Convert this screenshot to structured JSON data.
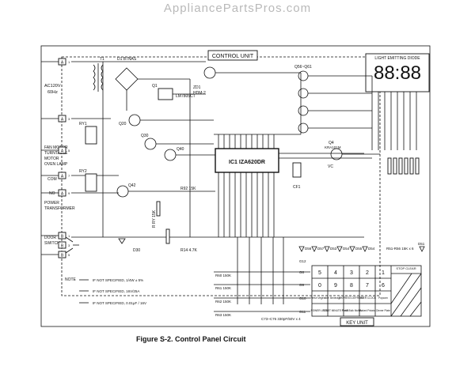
{
  "watermark": "AppliancePartsPros.com",
  "caption": "Figure S-2. Control Panel Circuit",
  "unit_labels": {
    "control_unit": "CONTROL UNIT",
    "led": "LIGHT EMITTING DIODE",
    "display": "88:88",
    "key_unit": "KEY UNIT"
  },
  "power": {
    "ac": "AC120V",
    "hz": "60Hz"
  },
  "connector_labels": [
    "A",
    "A",
    "A",
    "A",
    "A",
    "B",
    "B",
    "B"
  ],
  "connector_pins": [
    "1",
    "3",
    "5",
    "7",
    "9",
    "1",
    "3",
    "5"
  ],
  "left_labels": {
    "fan": "FAN MOTOR",
    "turntable": "TURNTABLE",
    "motor": "MOTOR",
    "oven_lamp": "OVEN LAMP",
    "com": "COM",
    "no": "NO",
    "power_transformer_1": "POWER",
    "power_transformer_2": "TRANSFORMER",
    "door_1": "DOOR",
    "door_2": "SWITCH"
  },
  "component_labels": {
    "t1": "T1",
    "d1": "D1 B7NAS",
    "q1": "Q1",
    "ic2": "LM7805CT",
    "zd1": "ZD1",
    "hzk": "HDM-2",
    "ry1": "RY1",
    "ry2": "RY2",
    "q20": "Q20",
    "q30": "Q30",
    "q40": "Q40",
    "q42": "Q42",
    "ic1": "IC1 IZA620DR",
    "cf1": "CF1",
    "q4": "Q4",
    "q51_56": "Q56~Q61",
    "d30": "D30",
    "r_ry": "R RY 15K",
    "r14": "R14 4.7K",
    "r92": "R92 15K",
    "vc": "VC",
    "kra": "KRA101M"
  },
  "diodes": [
    "D56",
    "D57",
    "D53",
    "D54",
    "D55",
    "D54",
    "D51"
  ],
  "resistors": [
    "R60 150K",
    "R61 150K",
    "R62 150K",
    "R63 150K",
    "R51-R56 15K x 6"
  ],
  "notes": {
    "title": "NOTE",
    "lines": [
      "IF NOT SPECIFIED, 1/4W ± 5%",
      "IF NOT SPECIFIED, 16V/25A",
      "IF NOT SPECIFIED, 0.01μF / 16V"
    ]
  },
  "keypad": {
    "row1": [
      "5",
      "4",
      "3",
      "2",
      "1"
    ],
    "row2": [
      "0",
      "9",
      "8",
      "7",
      "6"
    ],
    "row3": [
      "Fresh Vegetable",
      "Beverage",
      "EXPRESS DEFROST",
      "TIMER CLOCK",
      "Popcorn"
    ],
    "row4": [
      "POWER LEVEL",
      "START MINUTE PLUS",
      "Fresh Bulk Muffin",
      "Baked Potato",
      "Dinner Plate"
    ],
    "stop_clear": "STOP CLEAR",
    "g_labels": [
      "G8",
      "G9",
      "G10",
      "G11",
      "G12"
    ],
    "cap": "C73~C76 330pF/50V x 4"
  }
}
